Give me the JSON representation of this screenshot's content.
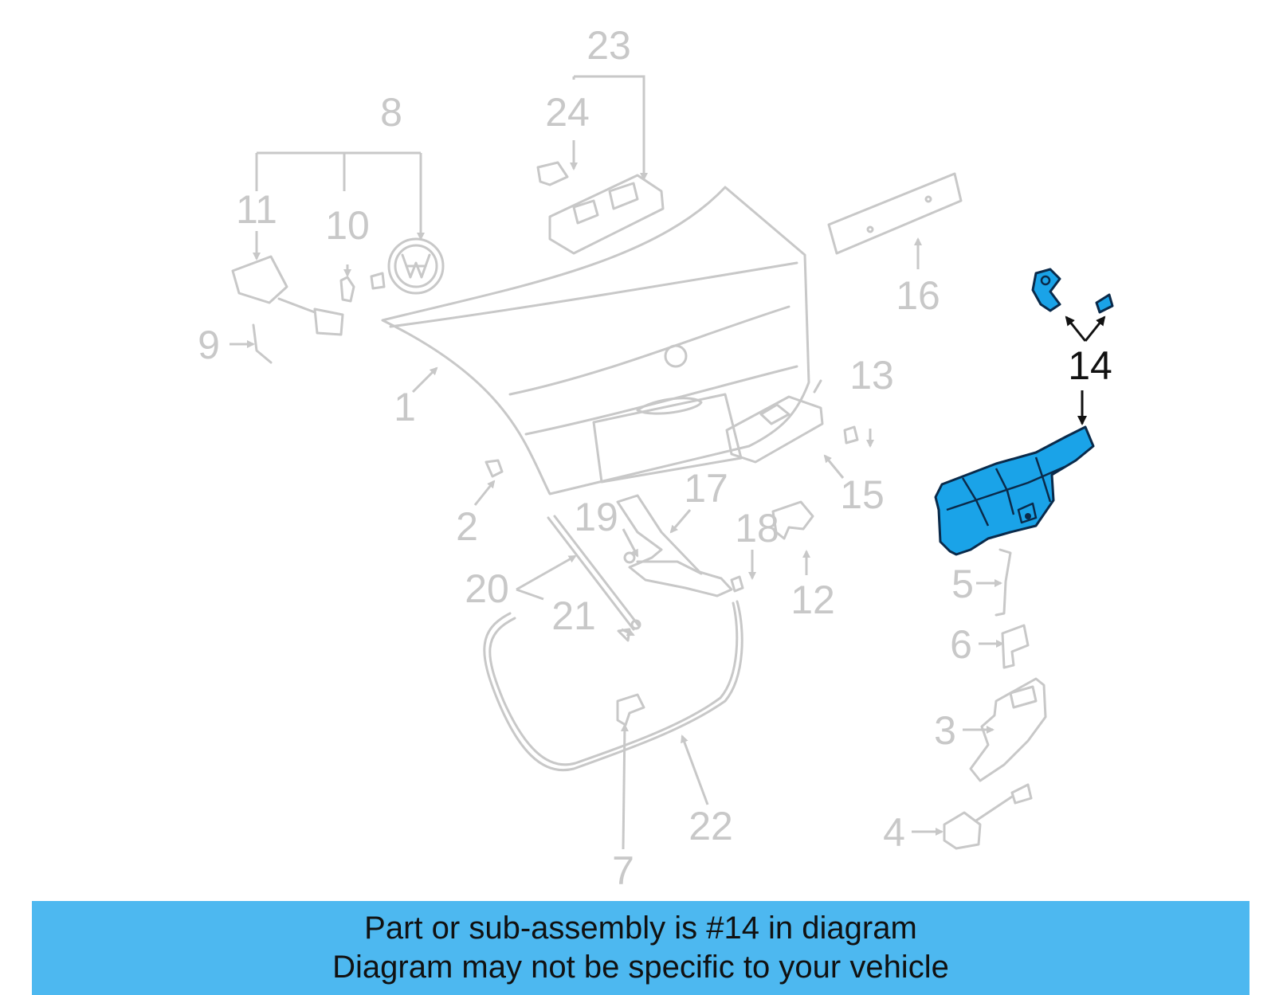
{
  "diagram": {
    "callouts": {
      "c1": "1",
      "c2": "2",
      "c3": "3",
      "c4": "4",
      "c5": "5",
      "c6": "6",
      "c7": "7",
      "c8": "8",
      "c9": "9",
      "c10": "10",
      "c11": "11",
      "c12": "12",
      "c13": "13",
      "c14": "14",
      "c15": "15",
      "c16": "16",
      "c17": "17",
      "c18": "18",
      "c19": "19",
      "c20": "20",
      "c21": "21",
      "c22": "22",
      "c23": "23",
      "c24": "24"
    },
    "highlighted_part": "14",
    "highlight_color": "#1aa3e8",
    "dim_color": "#c8c8c8",
    "active_color": "#111111"
  },
  "caption": {
    "line1": "Part or sub-assembly is #14 in diagram",
    "line2": "Diagram may not be specific to your vehicle",
    "background": "#4db8f0"
  }
}
